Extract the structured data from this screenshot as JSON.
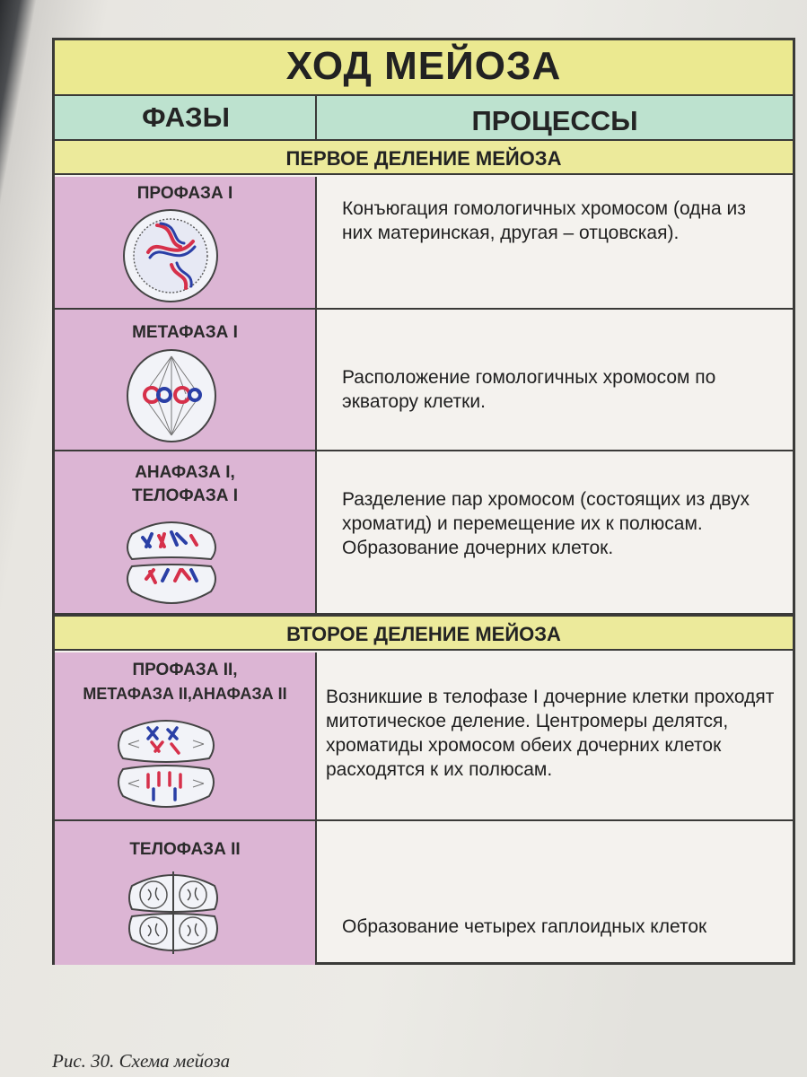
{
  "title": "ХОД МЕЙОЗА",
  "headers": {
    "phases": "ФАЗЫ",
    "processes": "ПРОЦЕССЫ"
  },
  "first_division": {
    "label": "ПЕРВОЕ ДЕЛЕНИЕ МЕЙОЗА",
    "rows": [
      {
        "phase": "ПРОФАЗА  I",
        "process": "Конъюгация гомологичных хромосом (одна из них материнская, другая – отцовская)."
      },
      {
        "phase": "МЕТАФАЗА  I",
        "process": "Расположение гомологичных хромосом по экватору клетки."
      },
      {
        "phase_line1": "АНАФАЗА  I,",
        "phase_line2": "ТЕЛОФАЗА  I",
        "process": "Разделение пар хромосом (состоящих из двух хроматид) и перемещение их к полюсам. Образование дочерних клеток."
      }
    ]
  },
  "second_division": {
    "label": "ВТОРОЕ ДЕЛЕНИЕ МЕЙОЗА",
    "rows": [
      {
        "phase_line1": "ПРОФАЗА  II,",
        "phase_line2": "МЕТАФАЗА II,АНАФАЗА II",
        "process": "Возникшие в телофазе  I  дочерние клетки проходят митотическое деление. Центромеры делятся, хроматиды хромосом обеих дочерних клеток расходятся к их полюсам."
      },
      {
        "phase": "ТЕЛОФАЗА  II",
        "process": "Образование четырех гаплоидных клеток"
      }
    ]
  },
  "caption": "Рис.  30.  Схема  мейоза",
  "colors": {
    "title_band": "#ebe990",
    "header_band": "#bde2cf",
    "phase_column": "#dcb5d4",
    "chromosome_red": "#d6304a",
    "chromosome_blue": "#2a3fa6"
  }
}
